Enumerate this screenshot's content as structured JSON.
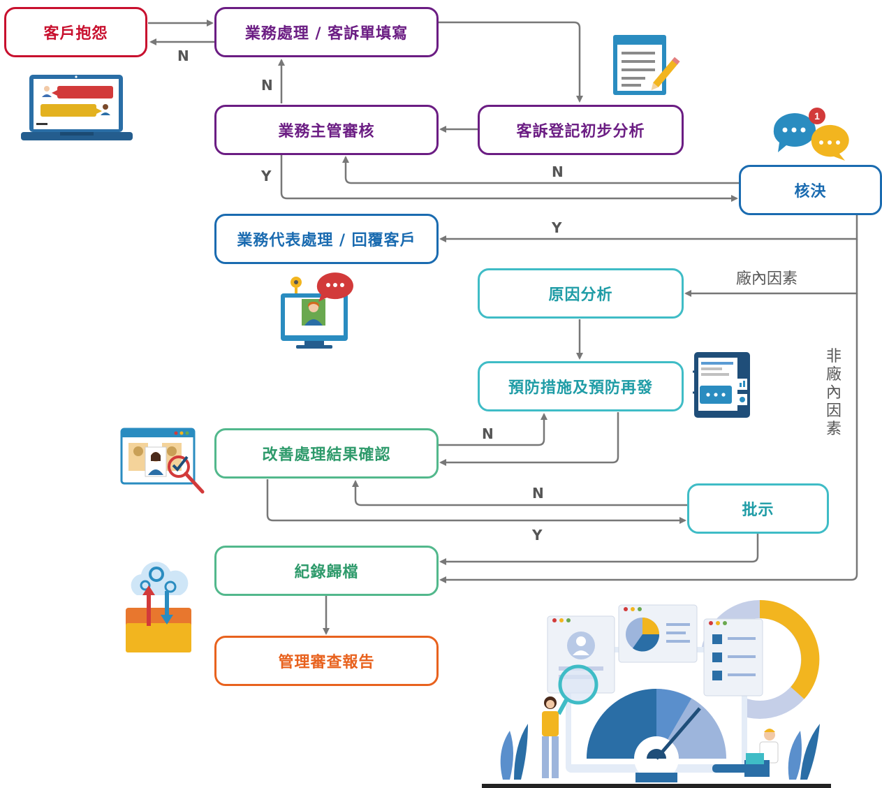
{
  "nodes": {
    "customer_complaint": "客戶抱怨",
    "business_handling_form": "業務處理 / 客訴單填寫",
    "manager_review": "業務主管審核",
    "complaint_register": "客訴登記初步分析",
    "decision": "核決",
    "rep_reply": "業務代表處理 / 回覆客戶",
    "cause_analysis": "原因分析",
    "prevention": "預防措施及預防再發",
    "improve_confirm": "改善處理結果確認",
    "approval": "批示",
    "archive": "紀錄歸檔",
    "management_review": "管理審查報告"
  },
  "labels": {
    "n1": "N",
    "n2": "N",
    "y1": "Y",
    "n3": "N",
    "y2": "Y",
    "internal": "廠內因素",
    "external": "非廠內因素",
    "n4": "N",
    "n5": "N",
    "y3": "Y"
  },
  "icons": {
    "chat_badge": "1"
  },
  "colors": {
    "red": "#c8102e",
    "purple": "#6b1d83",
    "blue": "#1a6bb0",
    "cyan": "#3fbcc6",
    "green": "#52b88c",
    "orange": "#e8621e",
    "arrow": "#777777"
  }
}
